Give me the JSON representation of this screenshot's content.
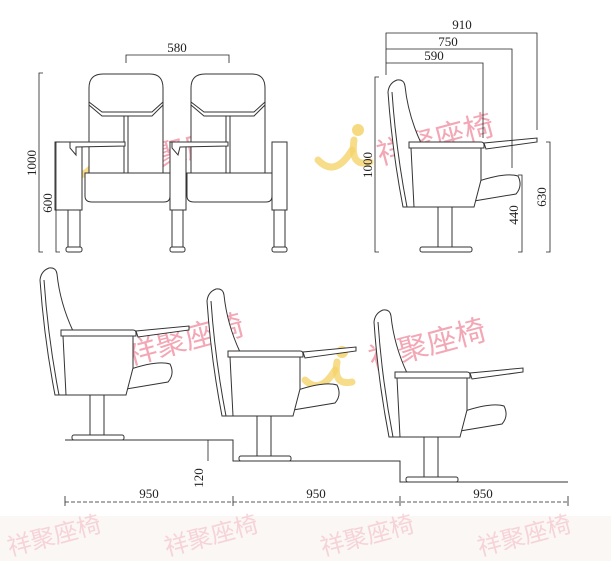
{
  "watermark": {
    "text": "祥聚座椅",
    "logo": "XU-logo",
    "colors": {
      "text": "#f08a9c",
      "logo": "#f5d36b"
    }
  },
  "front_view": {
    "dims": {
      "seat_spacing": "580",
      "total_height": "1000",
      "arm_height": "600"
    }
  },
  "side_view": {
    "dims": {
      "depth_with_tablet": "910",
      "depth_open": "750",
      "depth_closed": "590",
      "total_height": "1000",
      "tablet_height": "630",
      "seat_height": "440"
    }
  },
  "row_layout": {
    "step_height": "120",
    "row_spacings": [
      "950",
      "950",
      "950"
    ]
  }
}
